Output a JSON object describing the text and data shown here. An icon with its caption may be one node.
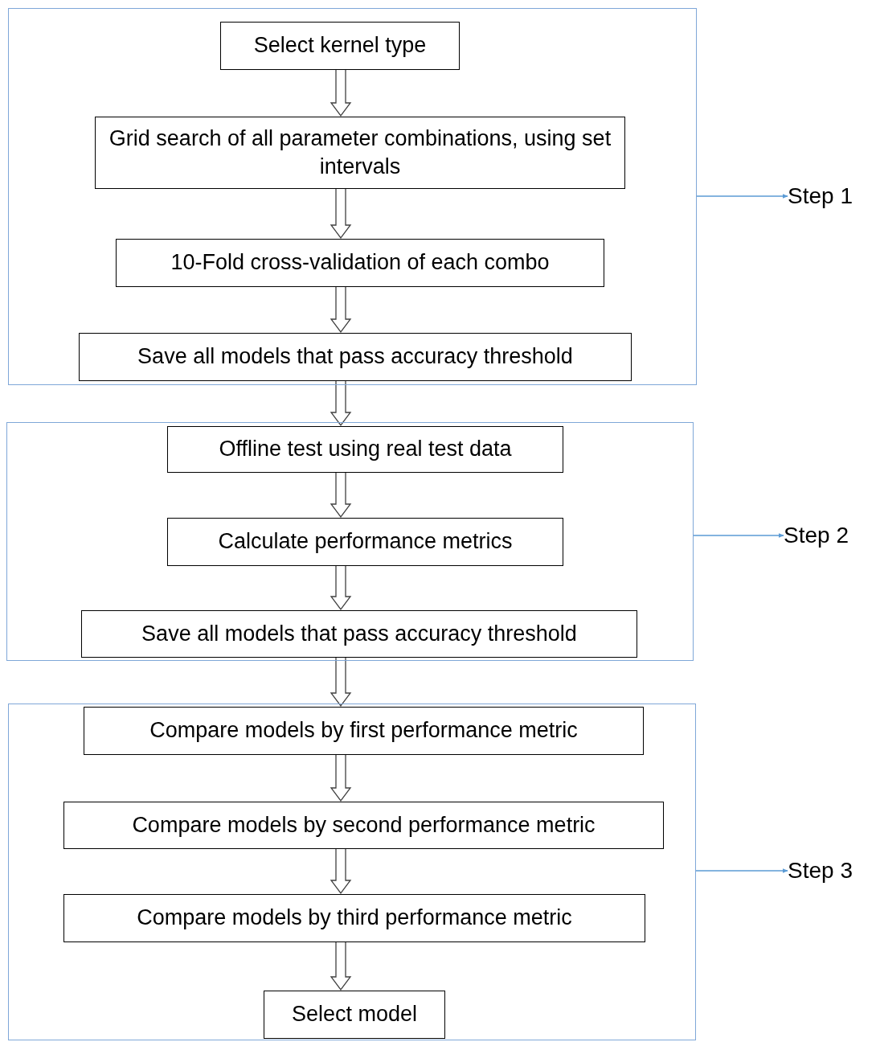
{
  "diagram": {
    "nodes": [
      {
        "text": [],
        "shape": "box"
      },
      {
        "text": [
          "Select kernel type"
        ],
        "in": 0
      },
      {
        "text": [
          "Grid search of all parameter combinations, using set intervals"
        ],
        "in": 0
      },
      {
        "text": [
          "10-Fold cross-validation of each combo"
        ],
        "in": 0
      },
      {
        "text": [
          "Save all models that pass accuracy threshold"
        ],
        "in": 0
      },
      {
        "text": [
          "Step 1"
        ]
      },
      {
        "text": [],
        "shape": "box"
      },
      {
        "text": [
          "Offline test using real test data"
        ],
        "in": 6
      },
      {
        "text": [
          "Calculate performance metrics"
        ],
        "in": 6
      },
      {
        "text": [
          "Save all models that pass accuracy threshold"
        ],
        "in": 6
      },
      {
        "text": [
          "Step 2"
        ]
      },
      {
        "text": [],
        "shape": "box"
      },
      {
        "text": [
          "Compare models by first performance metric"
        ],
        "in": 11
      },
      {
        "text": [
          "Compare models by second performance metric"
        ],
        "in": 11
      },
      {
        "text": [
          "Compare models by third performance metric"
        ],
        "in": 11
      },
      {
        "text": [
          "Select model"
        ],
        "in": 11
      },
      {
        "text": [
          "Step 3"
        ]
      }
    ],
    "edges": [
      {
        "from": 1,
        "to": 2,
        "arrow": "to"
      },
      {
        "from": 2,
        "to": 3,
        "arrow": "to"
      },
      {
        "from": 3,
        "to": 4,
        "arrow": "to"
      },
      {
        "from": 4,
        "to": 7,
        "arrow": "to"
      },
      {
        "from": 7,
        "to": 8,
        "arrow": "to"
      },
      {
        "from": 8,
        "to": 9,
        "arrow": "to"
      },
      {
        "from": 9,
        "to": 12,
        "arrow": "to"
      },
      {
        "from": 12,
        "to": 13,
        "arrow": "to"
      },
      {
        "from": 13,
        "to": 14,
        "arrow": "to"
      },
      {
        "from": 14,
        "to": 15,
        "arrow": "to"
      },
      {
        "from": 0,
        "to": 5,
        "arrow": "to",
        "color": "#5b9bd5"
      },
      {
        "from": 6,
        "to": 10,
        "arrow": "to",
        "color": "#5b9bd5"
      },
      {
        "from": 11,
        "to": 16,
        "arrow": "to",
        "color": "#5b9bd5"
      }
    ]
  }
}
